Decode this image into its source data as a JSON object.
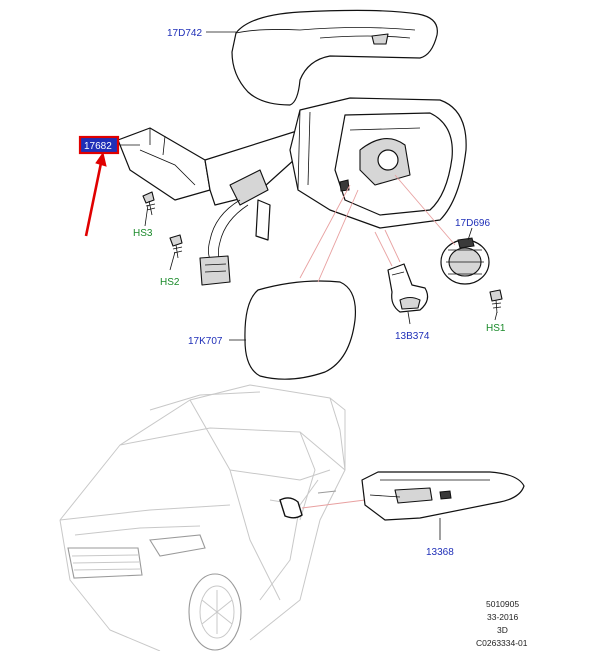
{
  "labels": {
    "cover": "17D742",
    "bracket": "17682",
    "screw_hs3": "HS3",
    "screw_hs2": "HS2",
    "actuator": "17D696",
    "screw_hs1": "HS1",
    "glass": "17K707",
    "lamp_housing": "13B374",
    "side_repeater": "13368"
  },
  "reference": {
    "line1": "5010905",
    "line2": "33-2016",
    "line3": "3D",
    "line4": "C0263334-01"
  },
  "colors": {
    "label_blue": "#1f2fb8",
    "label_green": "#1a8a2a",
    "highlight_red": "#e00000",
    "highlight_fill": "#1f2fb8"
  }
}
